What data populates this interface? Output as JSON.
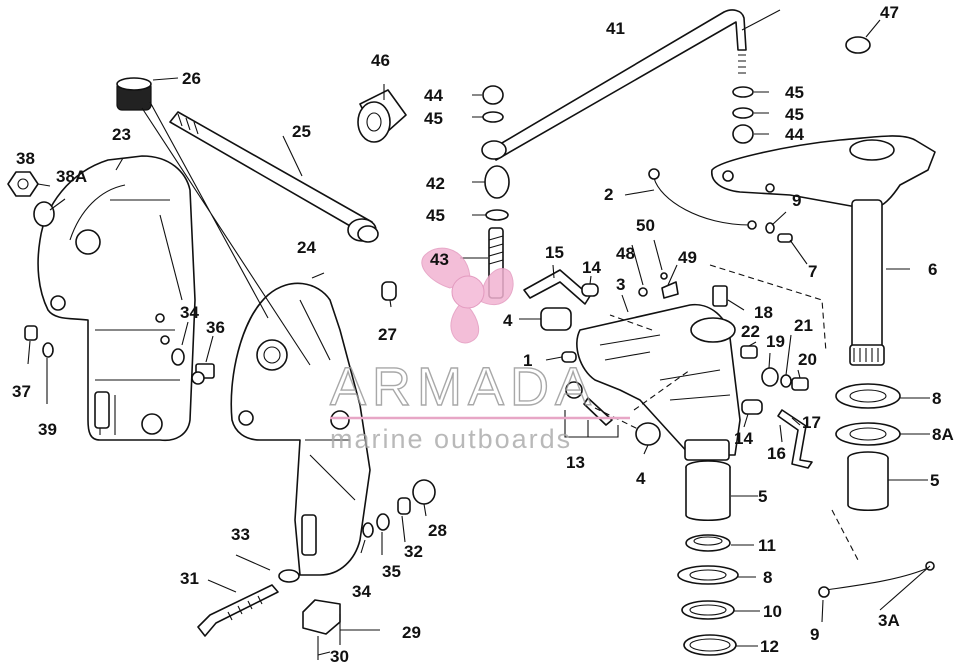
{
  "callouts": {
    "c1": "1",
    "c2": "2",
    "c3": "3",
    "c3a": "3A",
    "c4a": "4",
    "c4b": "4",
    "c5a": "5",
    "c5b": "5",
    "c6": "6",
    "c7": "7",
    "c8a": "8",
    "c8b": "8",
    "c8c": "8A",
    "c9a": "9",
    "c9b": "9",
    "c10": "10",
    "c11": "11",
    "c12": "12",
    "c13": "13",
    "c14a": "14",
    "c14b": "14",
    "c15": "15",
    "c16": "16",
    "c17": "17",
    "c18": "18",
    "c19": "19",
    "c20": "20",
    "c21": "21",
    "c22": "22",
    "c23": "23",
    "c24": "24",
    "c25": "25",
    "c26": "26",
    "c27": "27",
    "c28": "28",
    "c29": "29",
    "c30": "30",
    "c31": "31",
    "c32": "32",
    "c33": "33",
    "c34a": "34",
    "c34b": "34",
    "c35": "35",
    "c36": "36",
    "c37": "37",
    "c38": "38",
    "c38a": "38A",
    "c39": "39",
    "c41": "41",
    "c42": "42",
    "c43": "43",
    "c44a": "44",
    "c44b": "44",
    "c45a": "45",
    "c45b": "45",
    "c45c": "45",
    "c45d": "45",
    "c46": "46",
    "c47": "47",
    "c48": "48",
    "c49": "49",
    "c50": "50"
  },
  "watermark": {
    "title": "ARMADA",
    "subtitle": "marine outboards"
  }
}
